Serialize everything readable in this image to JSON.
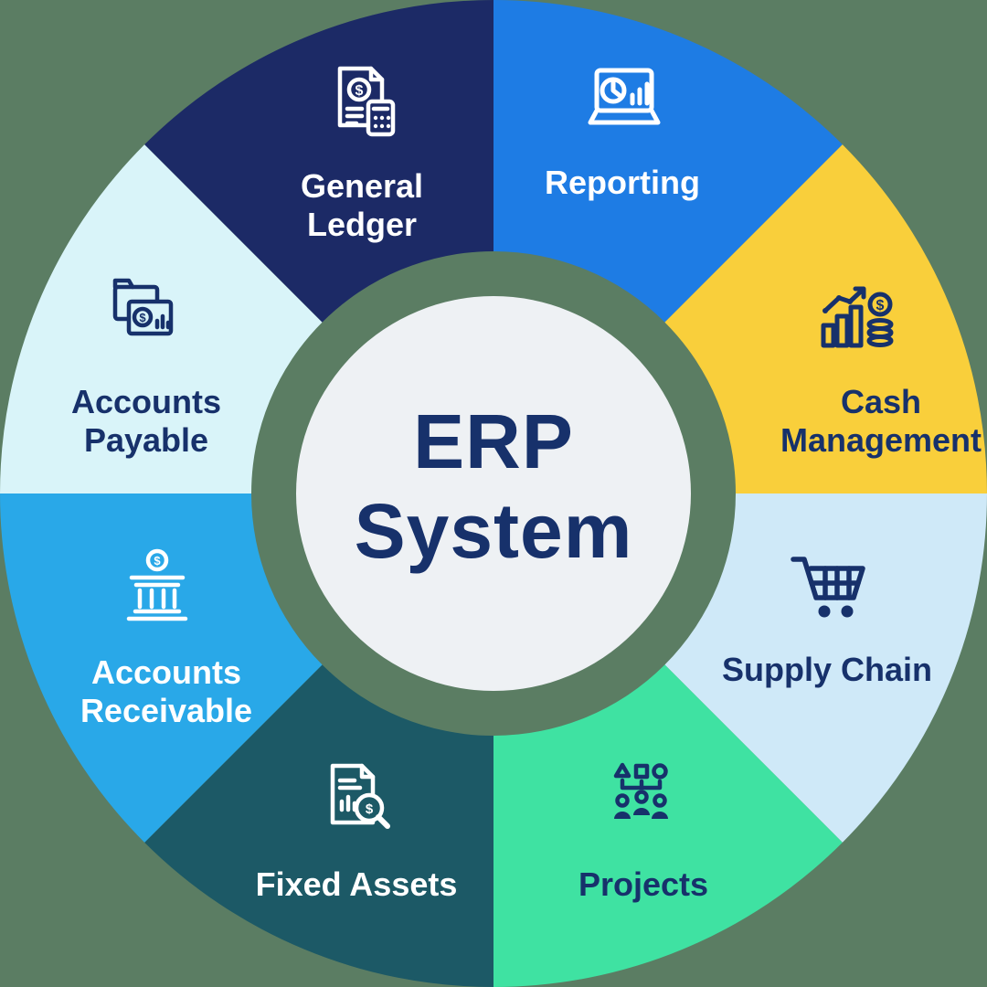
{
  "background_color": "#5b7d63",
  "currency_symbol": "$",
  "center": {
    "circle_color": "#eef1f4",
    "text_color": "#17316b",
    "title_lines": [
      "ERP",
      "System"
    ]
  },
  "segments": [
    {
      "id": "reporting",
      "lines": [
        "Reporting"
      ],
      "color": "#1e7ce4",
      "text_color": "#ffffff",
      "icon": "laptop-analytics-icon",
      "icon_color": "#ffffff"
    },
    {
      "id": "cash-management",
      "lines": [
        "Cash",
        "Management"
      ],
      "color": "#f9cf3b",
      "text_color": "#17316b",
      "icon": "growth-chart-coins-icon",
      "icon_color": "#17316b"
    },
    {
      "id": "supply-chain",
      "lines": [
        "Supply Chain"
      ],
      "color": "#cfe9f8",
      "text_color": "#17316b",
      "icon": "shopping-cart-icon",
      "icon_color": "#17316b"
    },
    {
      "id": "projects",
      "lines": [
        "Projects"
      ],
      "color": "#3fe2a2",
      "text_color": "#17316b",
      "icon": "team-structure-icon",
      "icon_color": "#17316b"
    },
    {
      "id": "fixed-assets",
      "lines": [
        "Fixed Assets"
      ],
      "color": "#1c5966",
      "text_color": "#ffffff",
      "icon": "asset-audit-icon",
      "icon_color": "#ffffff"
    },
    {
      "id": "accounts-receivable",
      "lines": [
        "Accounts",
        "Receivable"
      ],
      "color": "#29a8e8",
      "text_color": "#ffffff",
      "icon": "bank-coin-icon",
      "icon_color": "#ffffff"
    },
    {
      "id": "accounts-payable",
      "lines": [
        "Accounts",
        "Payable"
      ],
      "color": "#d9f4f9",
      "text_color": "#17316b",
      "icon": "invoice-folders-icon",
      "icon_color": "#17316b"
    },
    {
      "id": "general-ledger",
      "lines": [
        "General",
        "Ledger"
      ],
      "color": "#1c2a66",
      "text_color": "#ffffff",
      "icon": "ledger-calculator-icon",
      "icon_color": "#ffffff"
    }
  ]
}
